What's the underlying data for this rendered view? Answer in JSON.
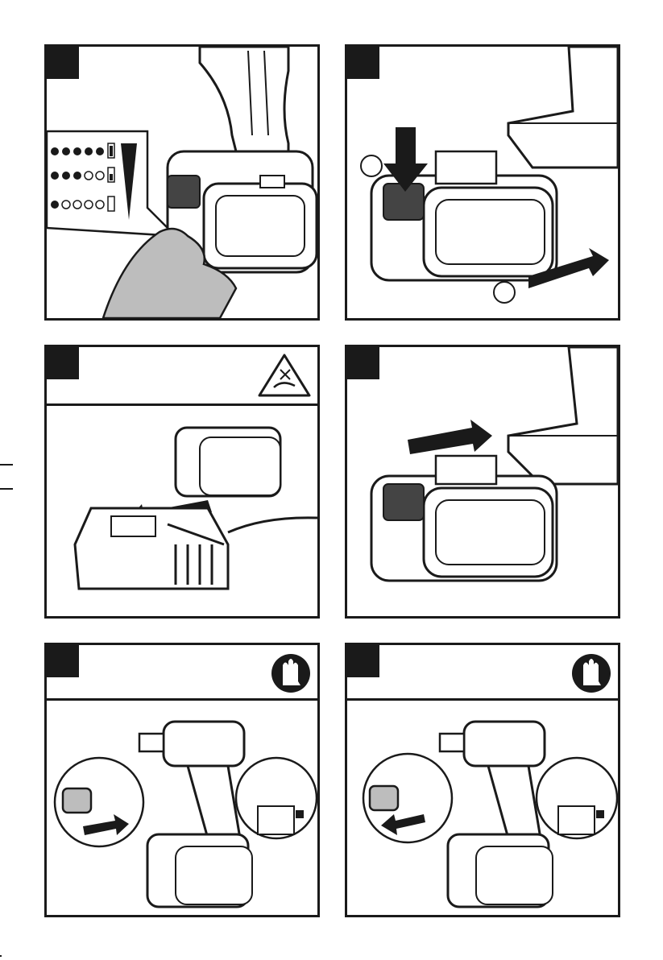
{
  "page": {
    "panels": [
      {
        "id": "1",
        "content": "battery-fuel-gauge",
        "has_header": false
      },
      {
        "id": "2",
        "content": "battery-removal",
        "has_header": false
      },
      {
        "id": "3",
        "content": "charging",
        "has_header": true,
        "warning_icon": "no-damaged-cord-icon"
      },
      {
        "id": "4",
        "content": "battery-insertion",
        "has_header": false
      },
      {
        "id": "5",
        "content": "socket-attach",
        "has_header": true,
        "warning_icon": "wear-gloves-icon"
      },
      {
        "id": "6",
        "content": "socket-remove",
        "has_header": true,
        "warning_icon": "wear-gloves-icon"
      }
    ],
    "fuel_gauge_levels": [
      {
        "leds_on": 5,
        "leds_total": 5,
        "battery_icon": "battery-full-icon"
      },
      {
        "leds_on": 3,
        "leds_total": 5,
        "battery_icon": "battery-half-icon"
      },
      {
        "leds_on": 1,
        "leds_total": 5,
        "battery_icon": "battery-low-icon"
      }
    ],
    "colors": {
      "ink": "#1a1a1a",
      "paper": "#ffffff",
      "fill": "#bdbdbd"
    }
  }
}
